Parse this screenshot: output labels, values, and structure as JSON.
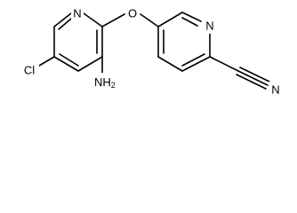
{
  "molecule": {
    "atoms": {
      "n_left": "N",
      "o_ether": "O",
      "n_right": "N",
      "cl": "Cl",
      "nh2_main": "NH",
      "nh2_sub": "2",
      "n_nitrile": "N"
    }
  },
  "colors": {
    "bond": "#000000",
    "label": "#000000",
    "background": "#ffffff"
  }
}
